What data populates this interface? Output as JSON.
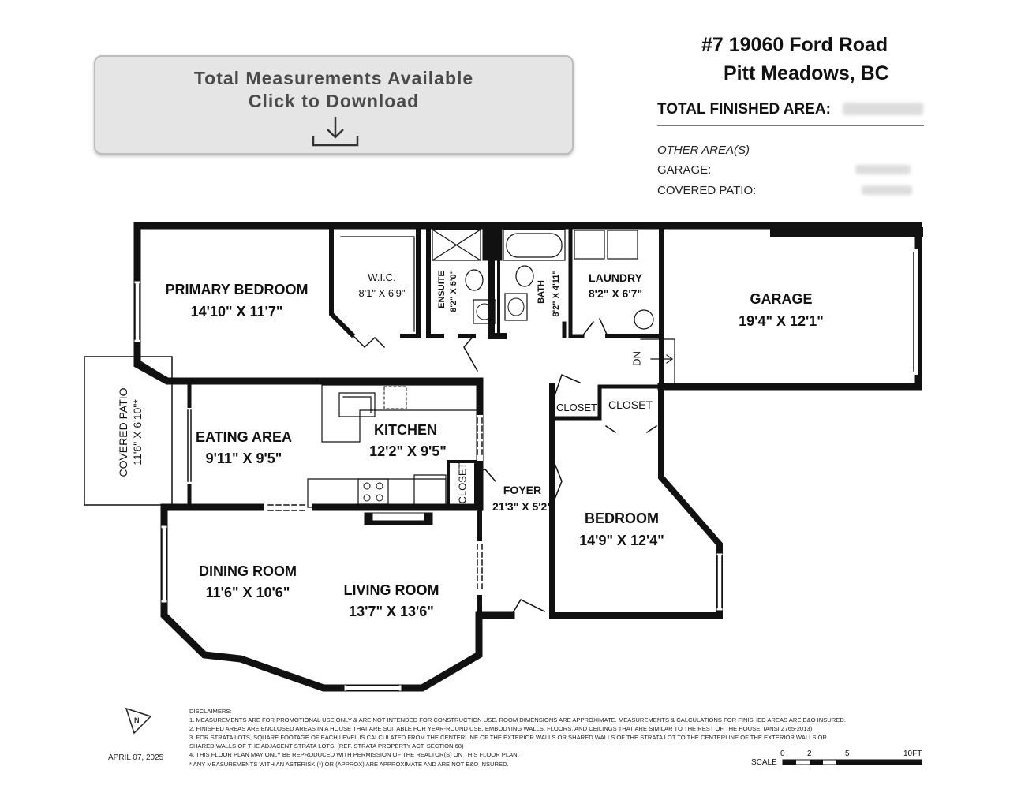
{
  "download": {
    "line1": "Total Measurements Available",
    "line2": "Click to Download"
  },
  "address": {
    "line1": "#7 19060 Ford Road",
    "line2": "Pitt Meadows, BC"
  },
  "summary": {
    "total_label": "TOTAL FINISHED AREA:",
    "other_areas": "OTHER AREA(S)",
    "garage_label": "GARAGE:",
    "patio_label": "COVERED PATIO:"
  },
  "rooms": {
    "primary_bedroom": {
      "name": "PRIMARY BEDROOM",
      "dims": "14'10\" X 11'7\""
    },
    "wic": {
      "name": "W.I.C.",
      "dims": "8'1\" X 6'9\""
    },
    "ensuite": {
      "name": "ENSUITE",
      "dims": "8'2\" X 5'0\""
    },
    "bath": {
      "name": "BATH",
      "dims": "8'2\" X 4'11\""
    },
    "laundry": {
      "name": "LAUNDRY",
      "dims": "8'2\" X 6'7\""
    },
    "garage": {
      "name": "GARAGE",
      "dims": "19'4\" X 12'1\""
    },
    "covered_patio": {
      "name": "COVERED PATIO",
      "dims": "11'6\" X 6'10\"*"
    },
    "eating_area": {
      "name": "EATING AREA",
      "dims": "9'11\" X 9'5\""
    },
    "kitchen": {
      "name": "KITCHEN",
      "dims": "12'2\" X 9'5\""
    },
    "foyer": {
      "name": "FOYER",
      "dims": "21'3\" X 5'2\""
    },
    "bedroom": {
      "name": "BEDROOM",
      "dims": "14'9\" X 12'4\""
    },
    "dining_room": {
      "name": "DINING ROOM",
      "dims": "11'6\" X 10'6\""
    },
    "living_room": {
      "name": "LIVING ROOM",
      "dims": "13'7\" X 13'6\""
    },
    "closet": "CLOSET",
    "stairs_dn": "DN"
  },
  "compass": "N",
  "date": "APRIL 07, 2025",
  "disclaimers": {
    "title": "DISCLAIMERS:",
    "lines": [
      "1. MEASUREMENTS ARE FOR PROMOTIONAL USE ONLY & ARE NOT INTENDED FOR CONSTRUCTION USE. ROOM DIMENSIONS ARE APPROXIMATE. MEASUREMENTS & CALCULATIONS FOR FINISHED AREAS ARE E&O INSURED.",
      "2. FINISHED AREAS ARE ENCLOSED AREAS IN A HOUSE THAT ARE SUITABLE FOR YEAR-ROUND USE, EMBODYING WALLS, FLOORS, AND CEILINGS THAT ARE SIMILAR TO THE REST OF THE HOUSE. (ANSI Z765-2013)",
      "3. FOR STRATA LOTS, SQUARE FOOTAGE OF EACH LEVEL IS CALCULATED FROM THE CENTERLINE OF THE EXTERIOR WALLS OR SHARED WALLS OF THE STRATA LOT TO THE CENTERLINE OF THE EXTERIOR WALLS OR",
      "SHARED WALLS OF THE ADJACENT STRATA LOTS. (REF. STRATA PROPERTY ACT, SECTION 68)",
      "4. THIS FLOOR PLAN MAY ONLY BE REPRODUCED WITH PERMISSION OF THE REALTOR(S) ON THIS FLOOR PLAN.",
      "* ANY MEASUREMENTS WITH AN ASTERISK (*) OR (APPROX) ARE APPROXIMATE AND ARE NOT E&O INSURED."
    ]
  },
  "scale": {
    "label": "SCALE",
    "ticks": [
      "0",
      "2",
      "5",
      "10FT"
    ]
  }
}
